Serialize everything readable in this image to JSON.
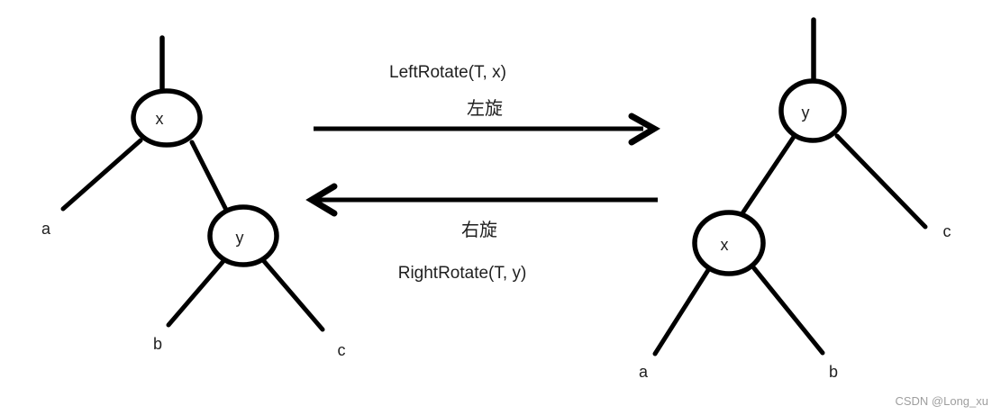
{
  "left_tree": {
    "root": "x",
    "right_child": "y",
    "leaf_left": "a",
    "leaf_mid": "b",
    "leaf_right": "c"
  },
  "right_tree": {
    "root": "y",
    "left_child": "x",
    "leaf_left": "a",
    "leaf_mid": "b",
    "leaf_right": "c"
  },
  "labels": {
    "left_rotate_fn": "LeftRotate(T, x)",
    "left_rotate_zh": "左旋",
    "right_rotate_zh": "右旋",
    "right_rotate_fn": "RightRotate(T, y)"
  },
  "watermark": {
    "text": "CSDN @Long_xu"
  },
  "colors": {
    "line": "#000000",
    "text": "#1f1f1f",
    "background": "#ffffff",
    "watermark": "#9e9e9e"
  }
}
